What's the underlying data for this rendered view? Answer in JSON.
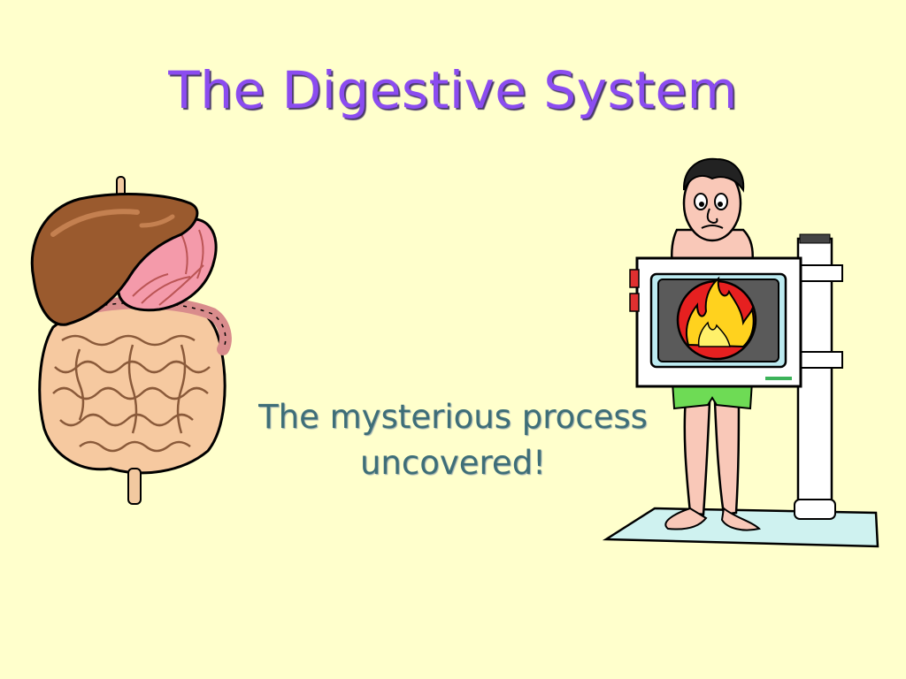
{
  "slide": {
    "title": "The Digestive System",
    "subtitle_line1": "The mysterious process",
    "subtitle_line2": "uncovered!"
  },
  "images": {
    "left": "digestive-organs-clipart",
    "right": "man-xray-fire-stomach-clipart"
  },
  "colors": {
    "background": "#FFFFCC",
    "title": "#8B4CF0",
    "subtitle": "#3E6E78"
  }
}
